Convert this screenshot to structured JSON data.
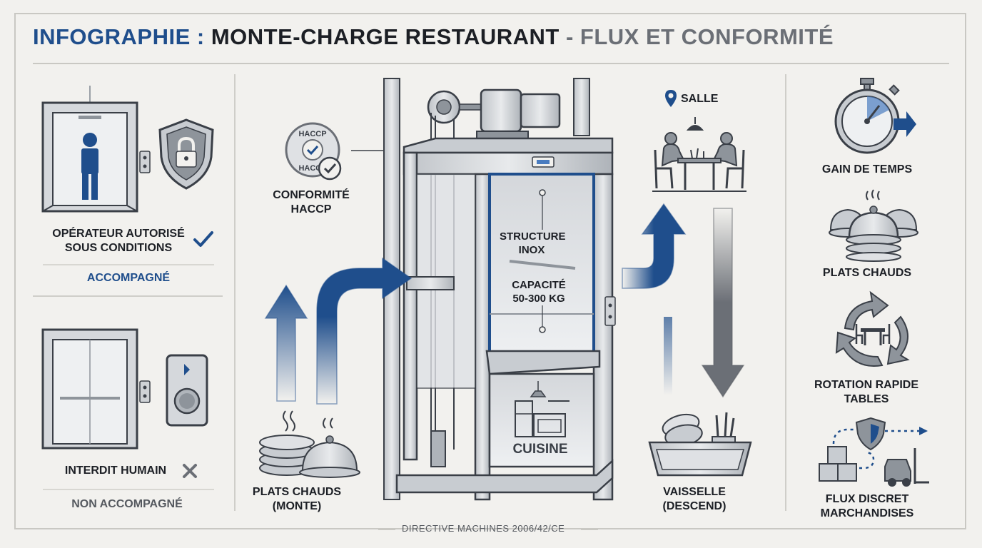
{
  "title": {
    "part1": "INFOGRAPHIE :",
    "part2": "MONTE-CHARGE RESTAURANT",
    "part3": "- FLUX ET CONFORMITÉ"
  },
  "left": {
    "top": {
      "line1": "OPÉRATEUR AUTORISÉ",
      "line2": "SOUS CONDITIONS",
      "caption": "ACCOMPAGNÉ"
    },
    "bottom": {
      "label": "INTERDIT HUMAIN",
      "caption": "NON ACCOMPAGNÉ"
    }
  },
  "center": {
    "haccp_badge": {
      "top": "HACCP",
      "bottom": "HACCP"
    },
    "haccp": {
      "line1": "CONFORMITÉ",
      "line2": "HACCP"
    },
    "structure": {
      "line1": "STRUCTURE",
      "line2": "INOX"
    },
    "capacity": {
      "line1": "CAPACITÉ",
      "line2": "50-300 KG"
    },
    "kitchen": "CUISINE",
    "plats": {
      "line1": "PLATS CHAUDS",
      "line2": "(MONTE)"
    },
    "salle": "SALLE",
    "vaisselle": {
      "line1": "VAISSELLE",
      "line2": "(DESCEND)"
    }
  },
  "right": {
    "time": "GAIN DE TEMPS",
    "plats": "PLATS CHAUDS",
    "rotation": {
      "line1": "ROTATION RAPIDE",
      "line2": "TABLES"
    },
    "flux": {
      "line1": "FLUX DISCRET",
      "line2": "MARCHANDISES"
    }
  },
  "footer": "DIRECTIVE MACHINES 2006/42/CE",
  "colors": {
    "accent": "#1f4e8c",
    "dark": "#1c1f25",
    "gray": "#6b6f76",
    "steel": "#c4c8cd"
  }
}
